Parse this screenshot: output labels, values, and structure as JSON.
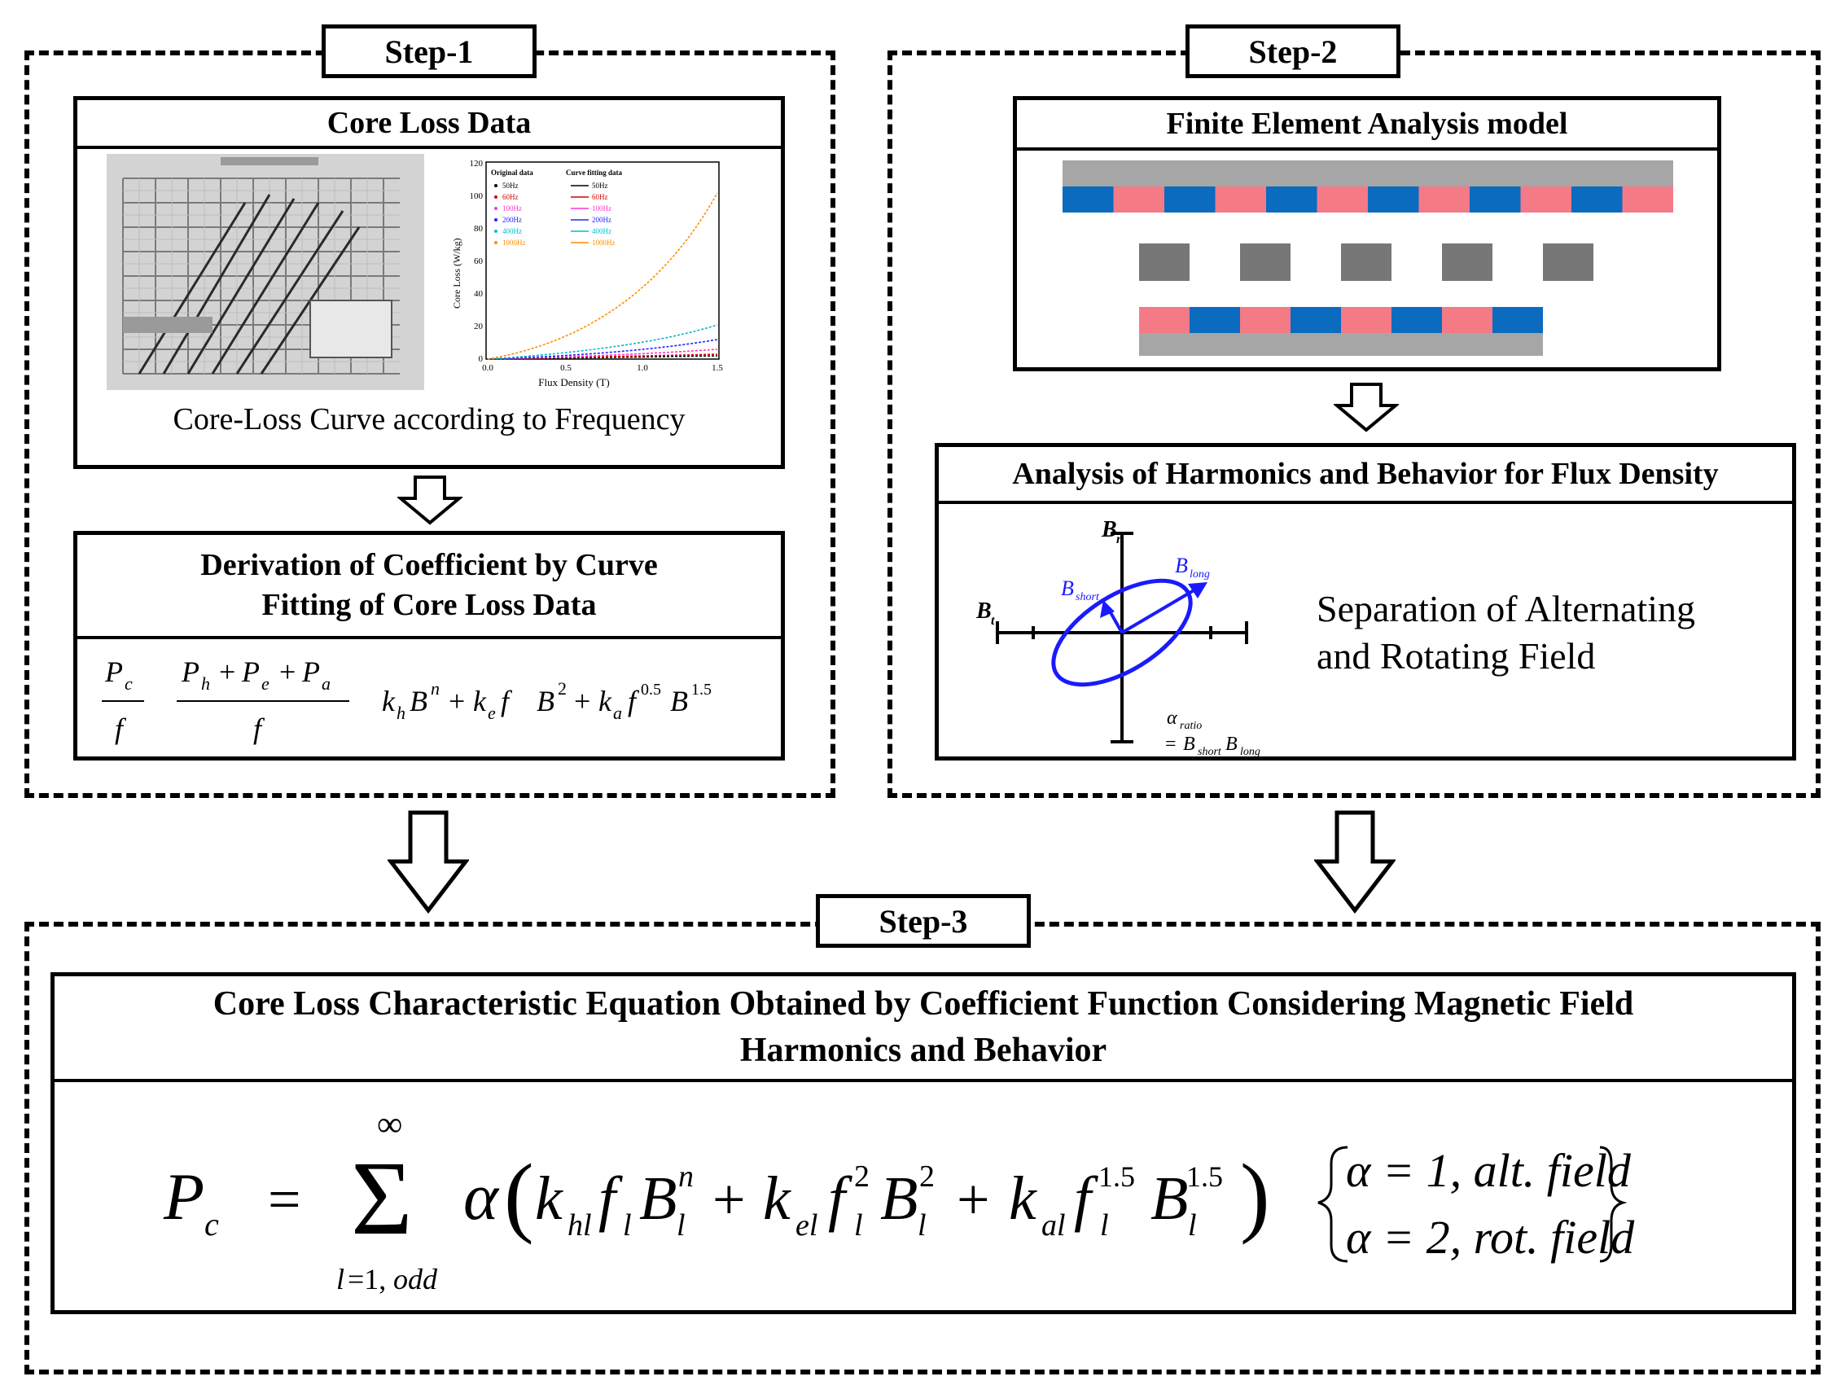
{
  "step1": {
    "label": "Step-1",
    "core_loss_box": {
      "title": "Core Loss Data",
      "caption": "Core-Loss Curve according to Frequency",
      "plot": {
        "legend_headers": [
          "Original data",
          "Curve fitting data"
        ],
        "legend_original": [
          "50Hz",
          "60Hz",
          "100Hz",
          "200Hz",
          "400Hz",
          "1000Hz"
        ],
        "legend_fit": [
          "50Hz",
          "60Hz",
          "100Hz",
          "200Hz",
          "400Hz",
          "1000Hz"
        ],
        "ylabel": "Core Loss (W/kg)",
        "xlabel": "Flux Density (T)",
        "yticks": [
          "0",
          "20",
          "40",
          "60",
          "80",
          "100",
          "120"
        ],
        "xticks": [
          "0.0",
          "0.5",
          "1.0",
          "1.5"
        ],
        "colors": [
          "#000000",
          "#d40000",
          "#ff33cc",
          "#2222ff",
          "#00bcd4",
          "#ff8c00"
        ]
      }
    },
    "coefficient_box": {
      "title_line1": "Derivation of Coefficient by Curve",
      "title_line2": "Fitting of Core Loss Data"
    }
  },
  "step2": {
    "label": "Step-2",
    "fea_box": {
      "title": "Finite Element Analysis model"
    },
    "harmonics_box": {
      "title": "Analysis of Harmonics and Behavior for Flux Density",
      "text_line1": "Separation of Alternating",
      "text_line2": "and Rotating Field"
    }
  },
  "step3": {
    "label": "Step-3",
    "title_line1": "Core Loss Characteristic Equation Obtained by Coefficient Function Considering Magnetic Field",
    "title_line2": "Harmonics and Behavior",
    "cases": [
      "α = 1, alt. field",
      "α = 2, rot. field"
    ]
  },
  "colors": {
    "magnet_red": "#f47a86",
    "magnet_blue": "#0a6bbf",
    "core_gray": "#a6a6a6",
    "tooth_gray": "#777777",
    "vector_blue": "#1a1aff"
  }
}
